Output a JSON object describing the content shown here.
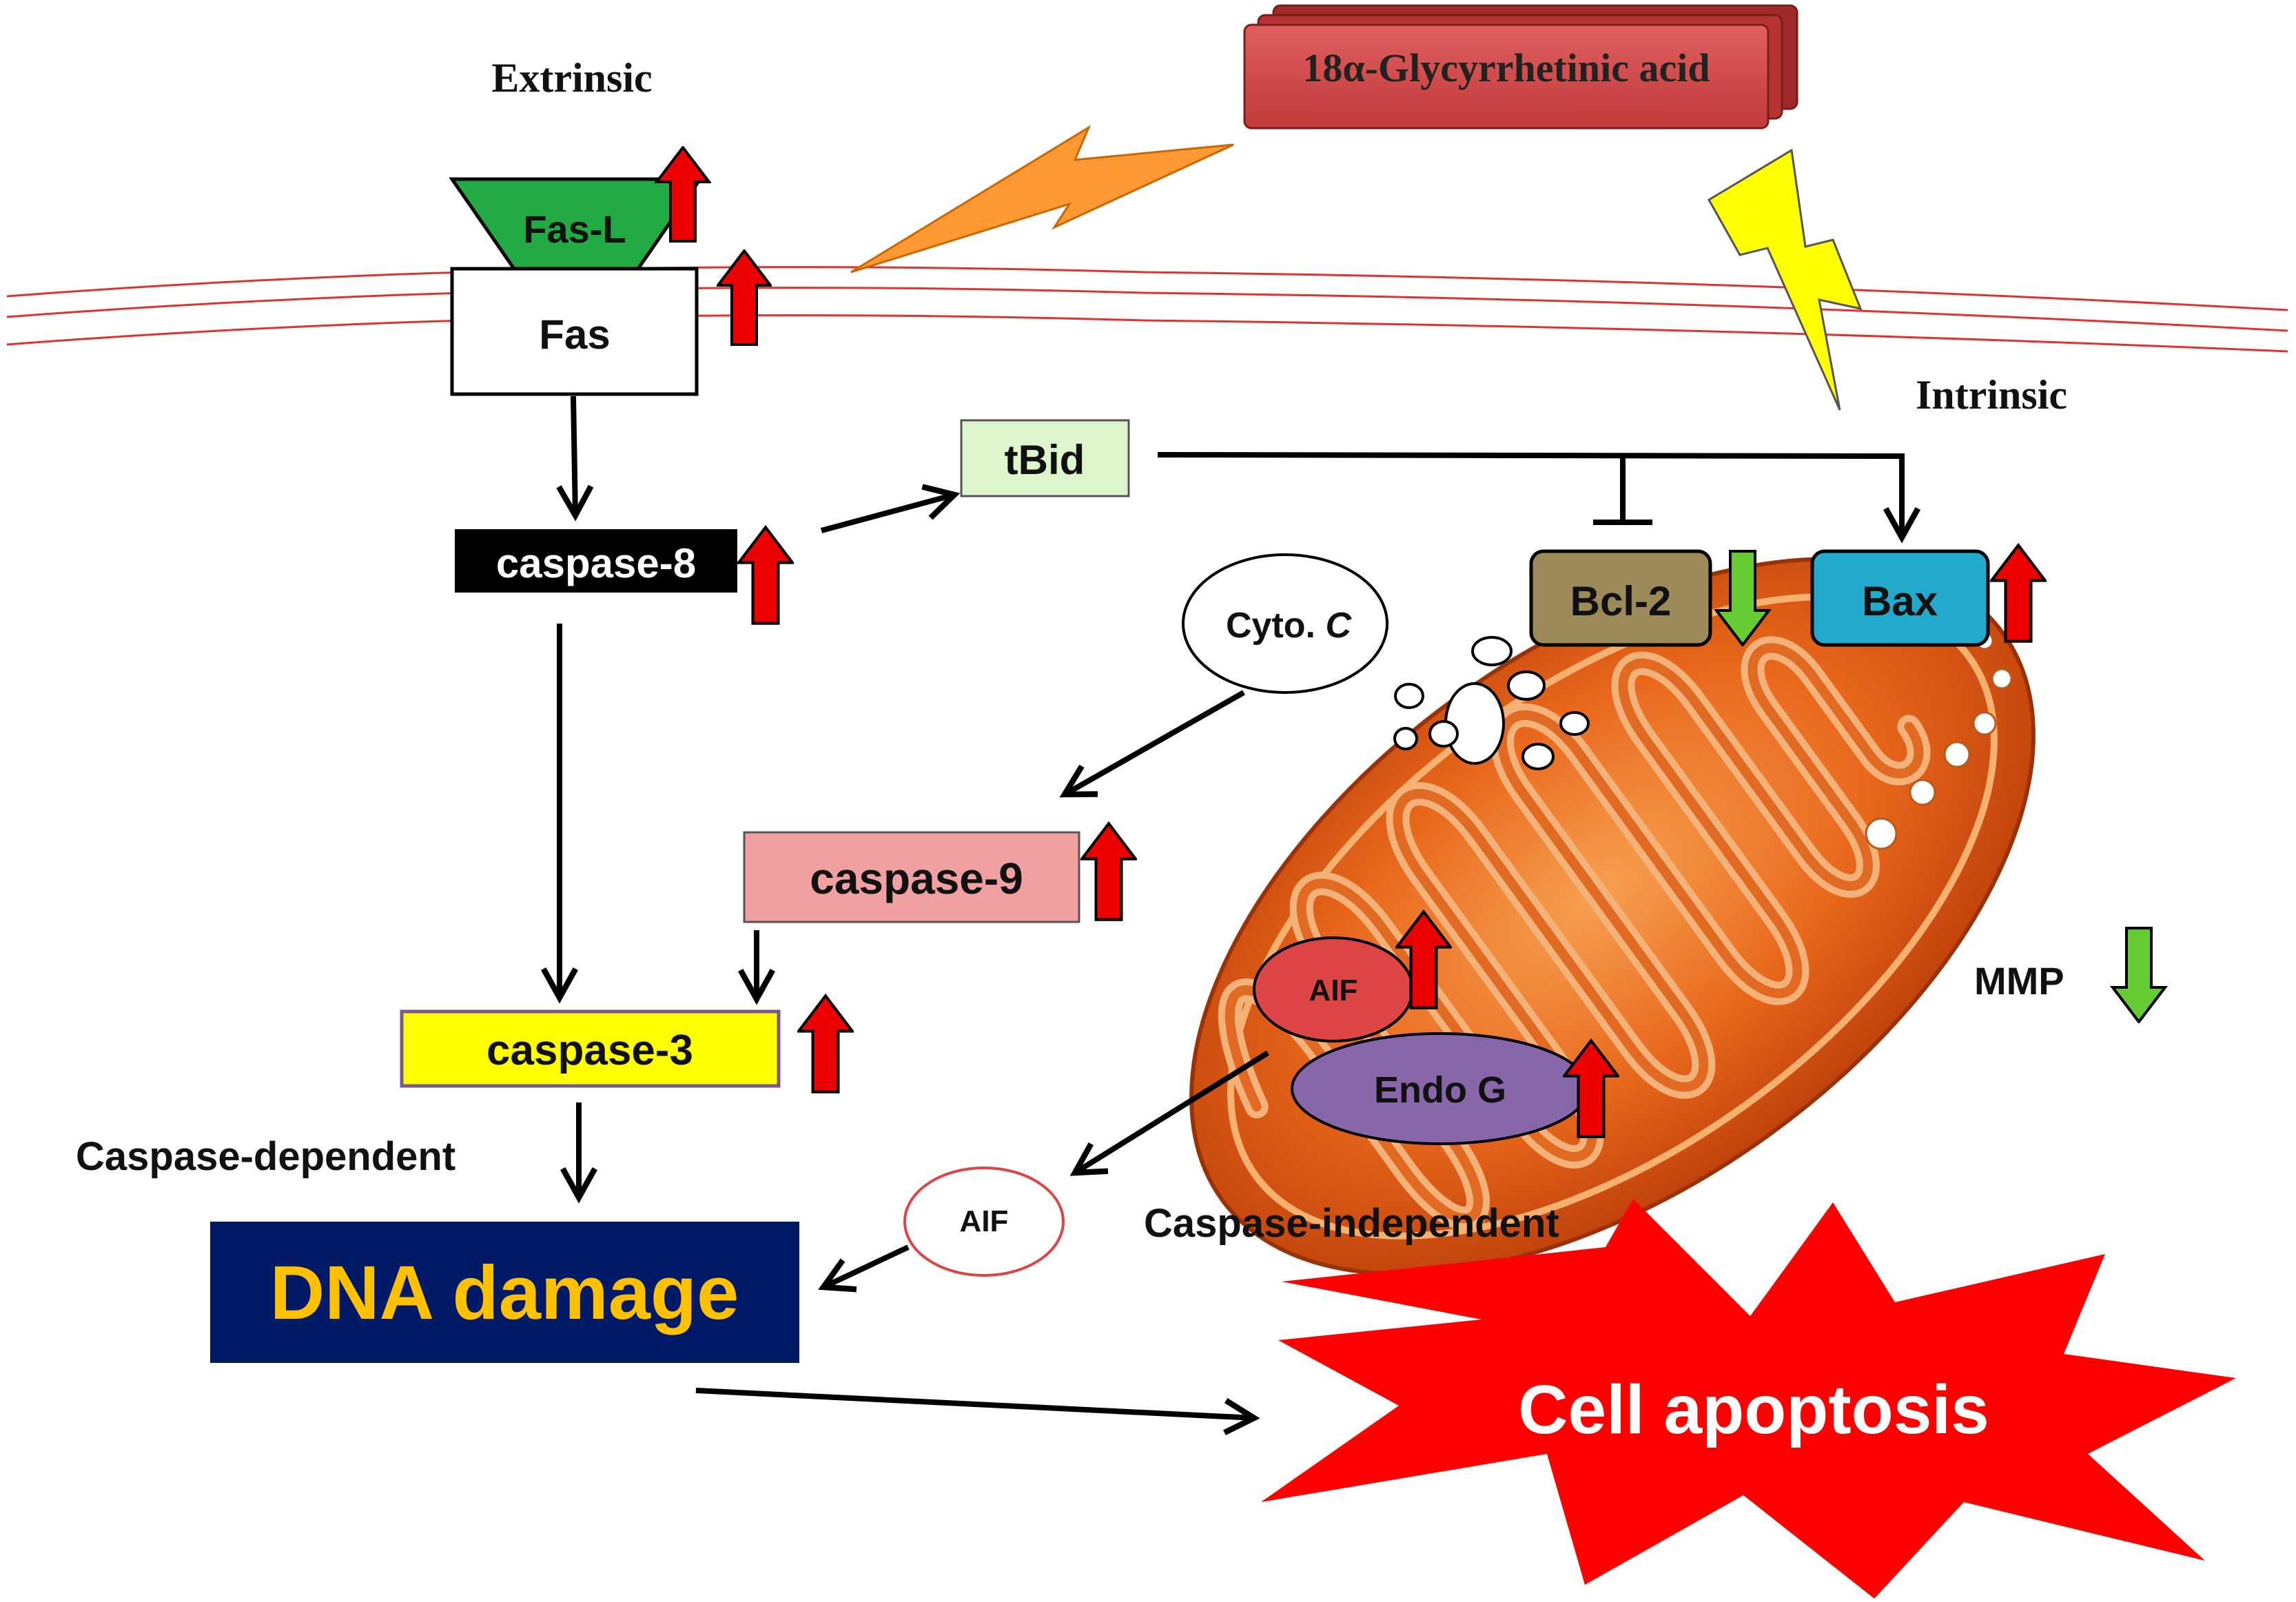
{
  "labels": {
    "extrinsic": "Extrinsic",
    "intrinsic": "Intrinsic",
    "compound": "18α-Glycyrrhetinic acid",
    "fas_l": "Fas-L",
    "fas": "Fas",
    "tbid": "tBid",
    "caspase8": "caspase-8",
    "caspase9": "caspase-9",
    "caspase3": "caspase-3",
    "bcl2": "Bcl-2",
    "bax": "Bax",
    "cyto_c_prefix": "Cyto.",
    "cyto_c_italic": "C",
    "aif_mito": "AIF",
    "endo_g": "Endo G",
    "aif_released": "AIF",
    "mmp": "MMP",
    "caspase_dependent": "Caspase-dependent",
    "caspase_independent": "Caspase-independent",
    "dna_damage": "DNA damage",
    "cell_apoptosis": "Cell apoptosis"
  },
  "colors": {
    "up_arrow": "#ee0000",
    "down_arrow": "#66cc33",
    "fas_l": "#22aa44",
    "caspase8": "#000000",
    "tbid": "#ddf5cc",
    "caspase9": "#f0a0a0",
    "caspase3": "#ffff00",
    "bcl2": "#9c8a5a",
    "bax": "#22aacc",
    "aif": "#dd4444",
    "endo_g": "#8866aa",
    "dna_box": "#001a66",
    "dna_text": "#ffc000",
    "apoptosis_burst": "#ff0000",
    "compound_box": "#cc4444",
    "membrane": "#dd3333",
    "bolt_orange": "#ff9933",
    "bolt_yellow": "#ffff00",
    "mitochondrion": "#e8661a"
  },
  "indicators": {
    "up": [
      "fas-l",
      "fas",
      "caspase-8",
      "caspase-9",
      "caspase-3",
      "bax",
      "aif",
      "endo-g"
    ],
    "down": [
      "bcl-2",
      "mmp"
    ]
  }
}
